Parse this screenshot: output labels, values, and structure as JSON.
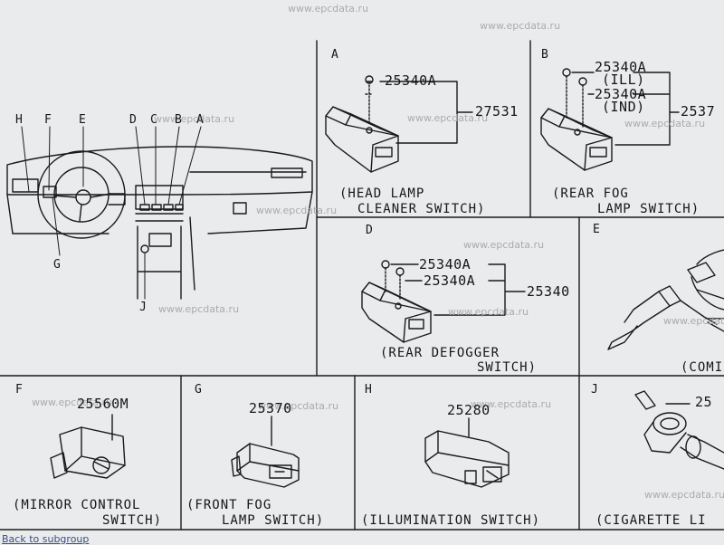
{
  "watermark": "www.epcdata.ru",
  "overview": {
    "labels": [
      "H",
      "F",
      "E",
      "D",
      "C",
      "B",
      "A",
      "G",
      "J"
    ]
  },
  "panels": {
    "A": {
      "letter": "A",
      "parts": [
        "25340A",
        "27531"
      ],
      "caption": [
        "(HEAD LAMP",
        "CLEANER SWITCH)"
      ]
    },
    "B": {
      "letter": "B",
      "parts": [
        "25340A",
        "(ILL)",
        "25340A",
        "(IND)",
        "2537"
      ],
      "caption": [
        "(REAR FOG",
        "LAMP SWITCH)"
      ]
    },
    "D": {
      "letter": "D",
      "parts": [
        "25340A",
        "25340A",
        "25340"
      ],
      "caption": [
        "(REAR DEFOGGER",
        "SWITCH)"
      ]
    },
    "E": {
      "letter": "E",
      "caption": [
        "(COMI"
      ]
    },
    "F": {
      "letter": "F",
      "parts": [
        "25560M"
      ],
      "caption": [
        "(MIRROR CONTROL",
        "SWITCH)"
      ]
    },
    "G": {
      "letter": "G",
      "parts": [
        "25370"
      ],
      "caption": [
        "(FRONT FOG",
        "LAMP SWITCH)"
      ]
    },
    "H": {
      "letter": "H",
      "parts": [
        "25280"
      ],
      "caption": [
        "(ILLUMINATION SWITCH)"
      ]
    },
    "J": {
      "letter": "J",
      "parts": [
        "25"
      ],
      "caption": [
        "(CIGARETTE LI"
      ]
    }
  },
  "footer": {
    "back_link": "Back to subgroup"
  }
}
